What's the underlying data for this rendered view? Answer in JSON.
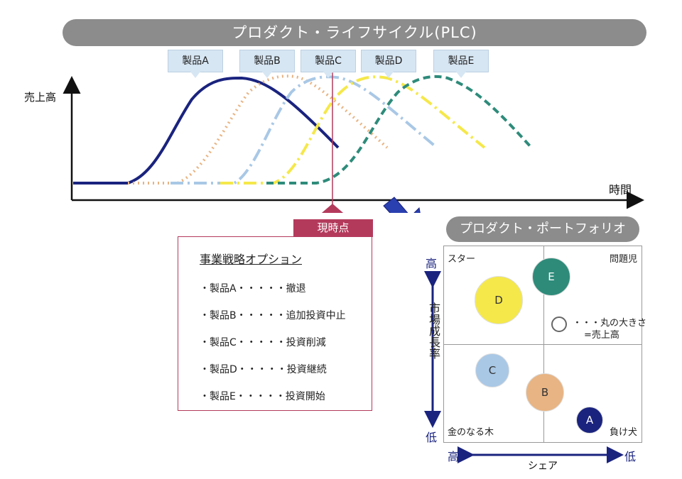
{
  "plc": {
    "title": "プロダクト・ライフサイクル(PLC)",
    "y_label": "売上高",
    "x_label": "時間",
    "products": [
      "製品A",
      "製品B",
      "製品C",
      "製品D",
      "製品E"
    ],
    "now_label": "現時点",
    "colors": {
      "A": "#1a237e",
      "B": "#e8b483",
      "C": "#a9c8e6",
      "D": "#f5e84a",
      "E": "#2e8b7a",
      "now": "#b43a5c"
    }
  },
  "strategy": {
    "title": "事業戦略オプション",
    "options": [
      "・製品A・・・・・撤退",
      "・製品B・・・・・追加投資中止",
      "・製品C・・・・・投資削減",
      "・製品D・・・・・投資継続",
      "・製品E・・・・・投資開始"
    ]
  },
  "portfolio": {
    "title": "プロダクト・ポートフォリオ",
    "quadrants": {
      "star": "スター",
      "problem": "問題児",
      "cash": "金のなる木",
      "dog": "負け犬"
    },
    "bubbles": [
      {
        "label": "D",
        "color": "#f5e84a"
      },
      {
        "label": "E",
        "color": "#2e8b7a"
      },
      {
        "label": "C",
        "color": "#a9c8e6"
      },
      {
        "label": "B",
        "color": "#e8b483"
      },
      {
        "label": "A",
        "color": "#1a237e"
      }
    ],
    "legend": {
      "line1": "・・・丸の大きさ",
      "line2": "=売上高"
    },
    "y_axis": {
      "label": "市場成長率",
      "high": "高",
      "low": "低"
    },
    "x_axis": {
      "label": "シェア",
      "high": "高",
      "low": "低"
    }
  }
}
